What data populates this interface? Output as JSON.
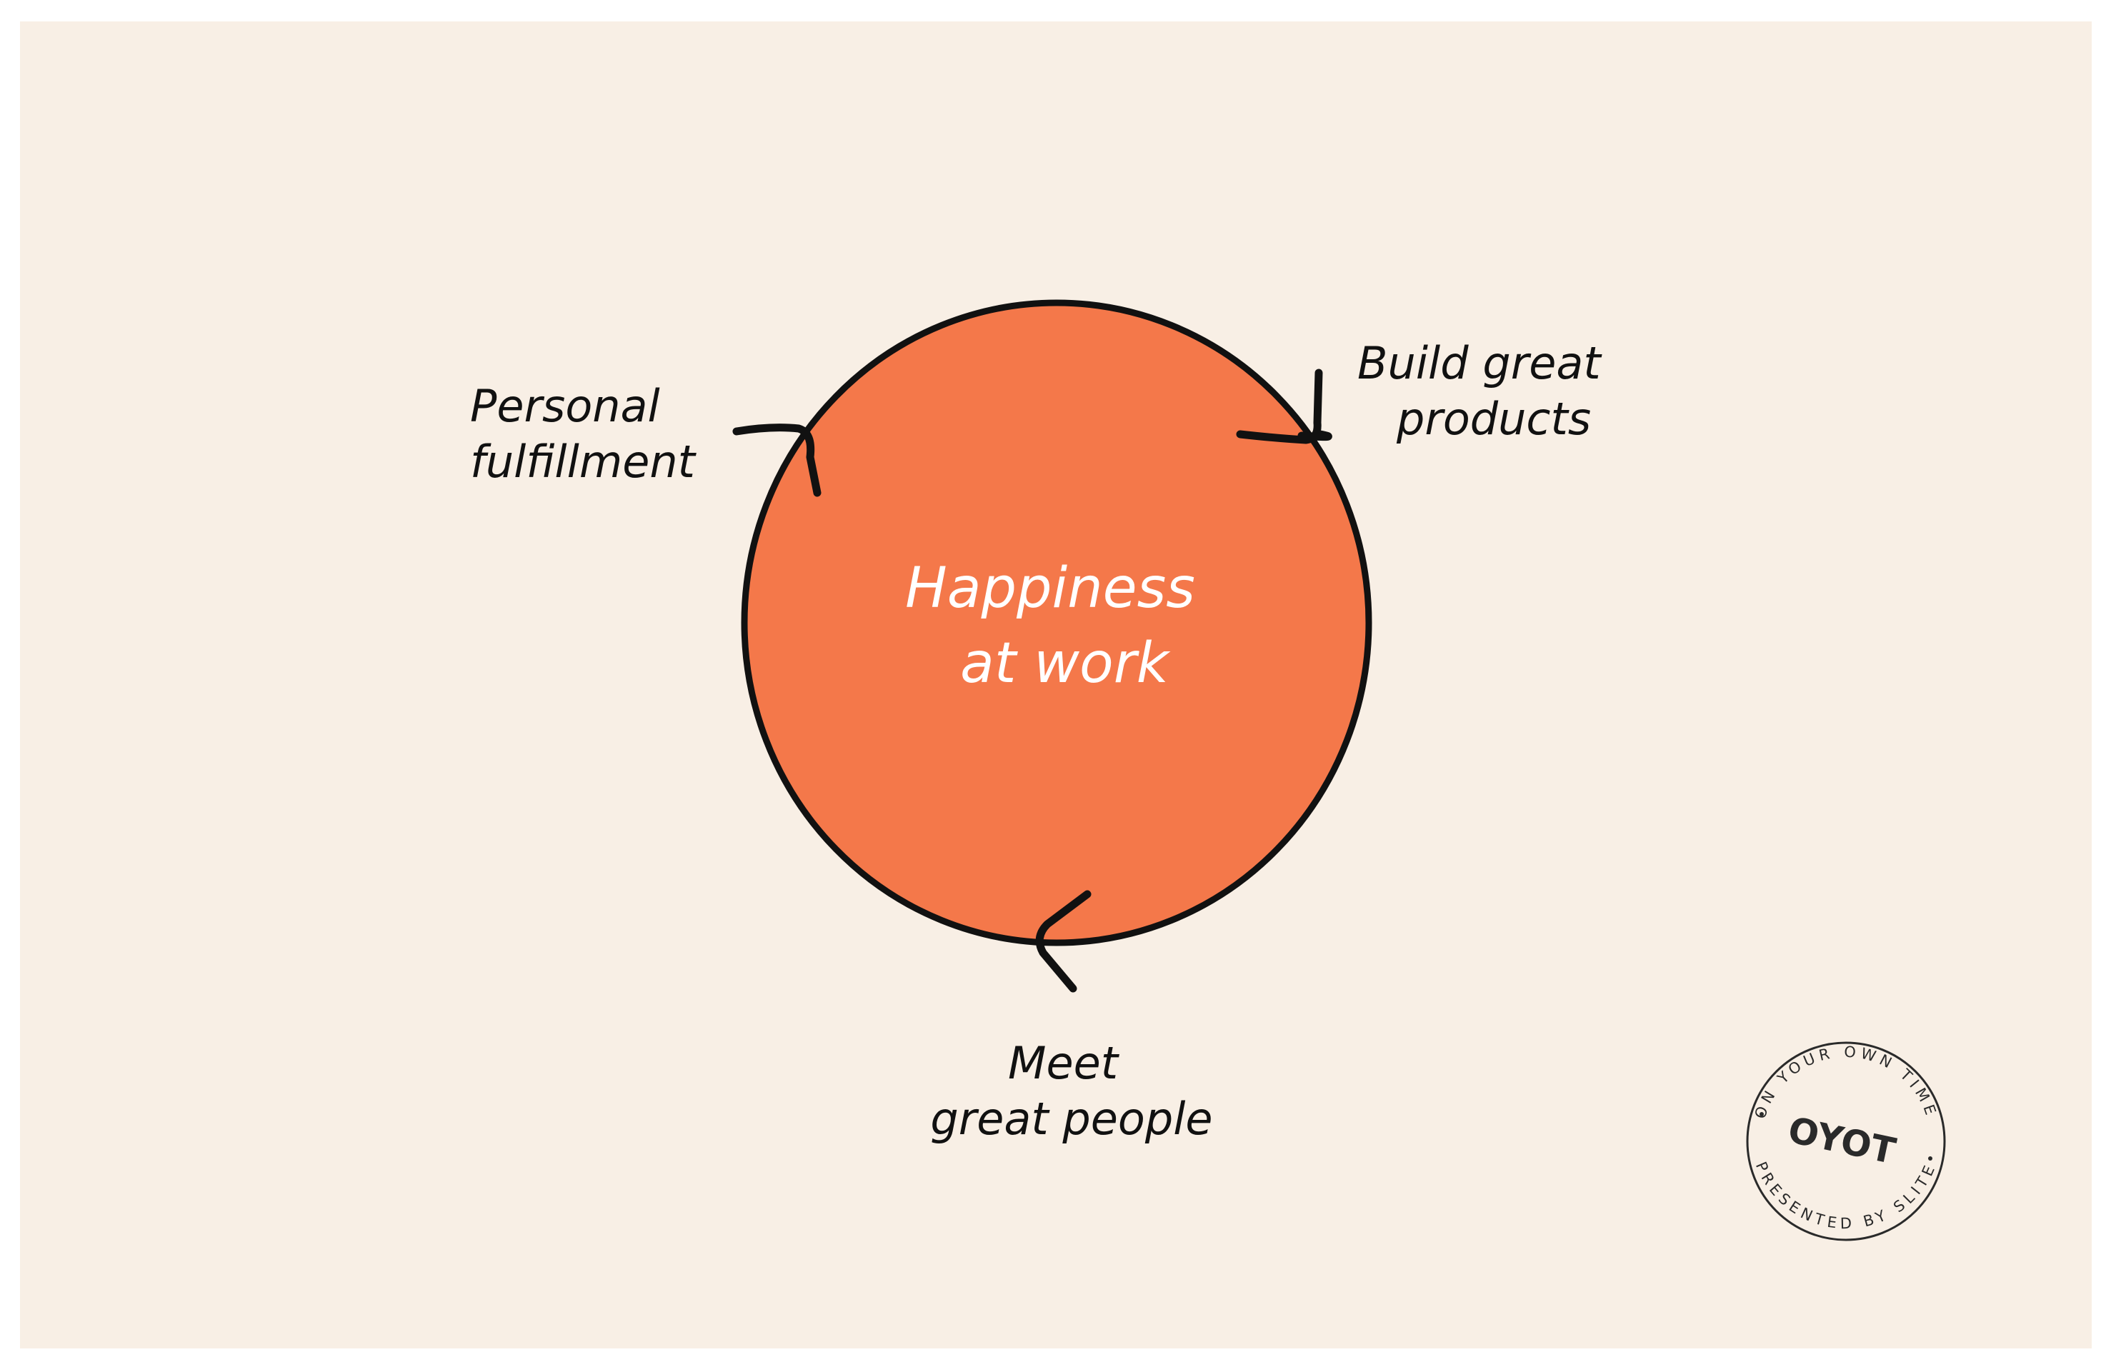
{
  "diagram": {
    "center_label": {
      "line1": "Happiness",
      "line2": "at work"
    },
    "nodes": [
      {
        "line1": "Build great",
        "line2": "products"
      },
      {
        "line1": "Meet",
        "line2": "great people"
      },
      {
        "line1": "Personal",
        "line2": "fulfillment"
      }
    ],
    "cycle_direction": "clockwise",
    "icons": [
      "arrow-icon",
      "arrow-icon",
      "arrow-icon"
    ]
  },
  "badge": {
    "top_arc": "ON YOUR OWN TIME",
    "bottom_arc": "PRESENTED BY SLITE",
    "logo": "OYOT"
  },
  "colors": {
    "background": "#f8efe5",
    "circle_fill": "#f4784a",
    "stroke": "#111111",
    "center_text": "#ffffff",
    "text": "#111111",
    "badge_text": "#2a2a2a"
  }
}
